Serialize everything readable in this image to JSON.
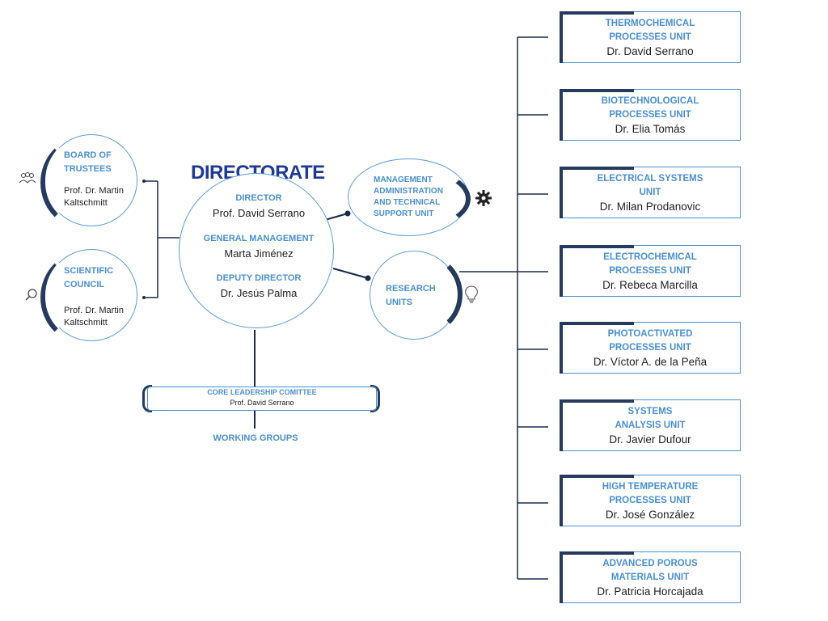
{
  "directorate": {
    "title": "DIRECTORATE",
    "director_role": "DIRECTOR",
    "director_name": "Prof. David Serrano",
    "gm_role": "GENERAL MANAGEMENT",
    "gm_name": "Marta Jiménez",
    "deputy_role": "DEPUTY DIRECTOR",
    "deputy_name": "Dr. Jesús Palma"
  },
  "board": {
    "title": "BOARD OF\nTRUSTEES",
    "member": "Prof. Dr. Martin Kaltschmitt",
    "icon": "people-icon"
  },
  "council": {
    "title": "SCIENTIFIC\nCOUNCIL",
    "member": "Prof. Dr. Martin Kaltschmitt",
    "icon": "magnifier-icon"
  },
  "management": {
    "title": "MANAGEMENT\nADMINISTRATION\nAND TECHNICAL\nSUPPORT UNIT",
    "icon": "gear-icon"
  },
  "research": {
    "title": "RESEARCH\nUNITS",
    "icon": "lightbulb-icon"
  },
  "core": {
    "title": "CORE LEADERSHIP COMITTEE",
    "head": "Prof. David Serrano"
  },
  "working_groups": "WORKING GROUPS",
  "units": [
    {
      "title": "THERMOCHEMICAL\nPROCESSES UNIT",
      "head": "Dr. David Serrano"
    },
    {
      "title": "BIOTECHNOLOGICAL\nPROCESSES UNIT",
      "head": "Dr. Elia Tomás"
    },
    {
      "title": "ELECTRICAL SYSTEMS\nUNIT",
      "head": "Dr. Milan Prodanovic"
    },
    {
      "title": "ELECTROCHEMICAL\nPROCESSES UNIT",
      "head": "Dr. Rebeca Marcilla"
    },
    {
      "title": "PHOTOACTIVATED\nPROCESSES UNIT",
      "head": "Dr. Víctor A. de la Peña"
    },
    {
      "title": "SYSTEMS\nANALYSIS UNIT",
      "head": "Dr. Javier Dufour"
    },
    {
      "title": "HIGH TEMPERATURE\nPROCESSES UNIT",
      "head": "Dr. José González"
    },
    {
      "title": "ADVANCED POROUS\nMATERIALS UNIT",
      "head": "Dr. Patricia Horcajada"
    }
  ],
  "colors": {
    "accent": "#4a8fd0",
    "dark": "#253a5c",
    "title": "#1f3a93",
    "connector": "#1b2a4a"
  }
}
